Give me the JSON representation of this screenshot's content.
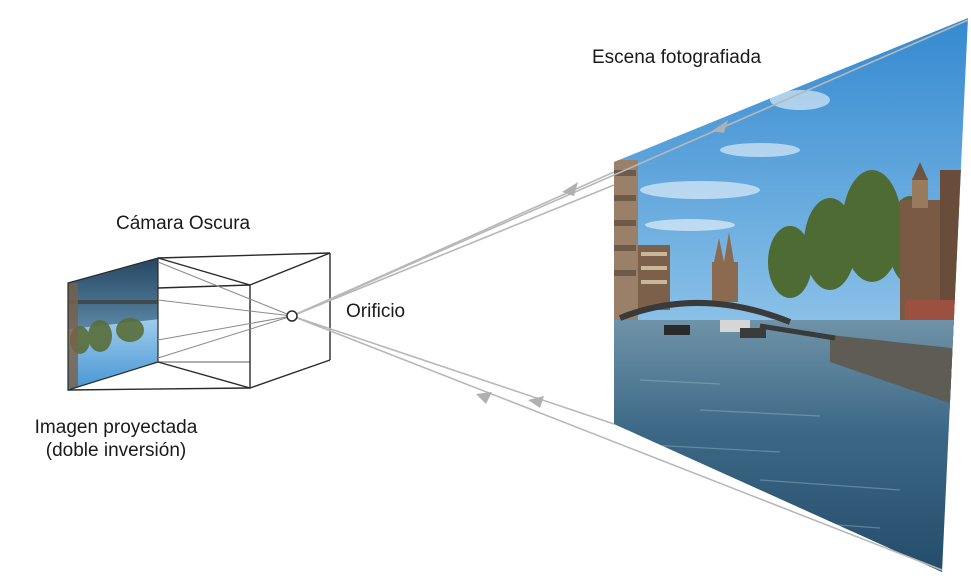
{
  "labels": {
    "scene": "Escena fotografiada",
    "camera": "Cámara Oscura",
    "pinhole": "Orificio",
    "projected_line1": "Imagen proyectada",
    "projected_line2": "(doble inversión)"
  },
  "colors": {
    "ray": "#b8b8b8",
    "box_edge": "#2a2a2a",
    "sky_top": "#3a8fd4",
    "sky_bottom": "#cfe6f5",
    "water": "#2e5a78",
    "buildings": "#8a6a4a",
    "trees": "#4f6b34"
  }
}
